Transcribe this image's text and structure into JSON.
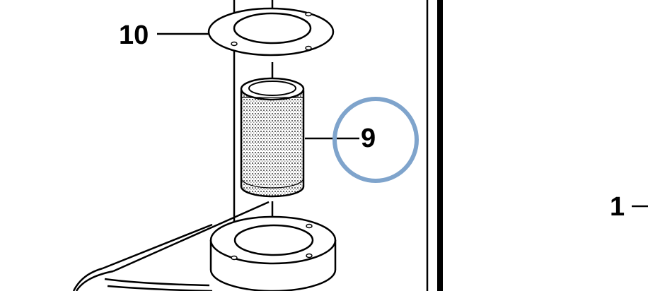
{
  "callouts": [
    {
      "id": "10",
      "text": "10"
    },
    {
      "id": "9",
      "text": "9"
    },
    {
      "id": "1",
      "text": "1"
    }
  ],
  "highlight": {
    "target": "9",
    "color": "#7fa4cc"
  }
}
